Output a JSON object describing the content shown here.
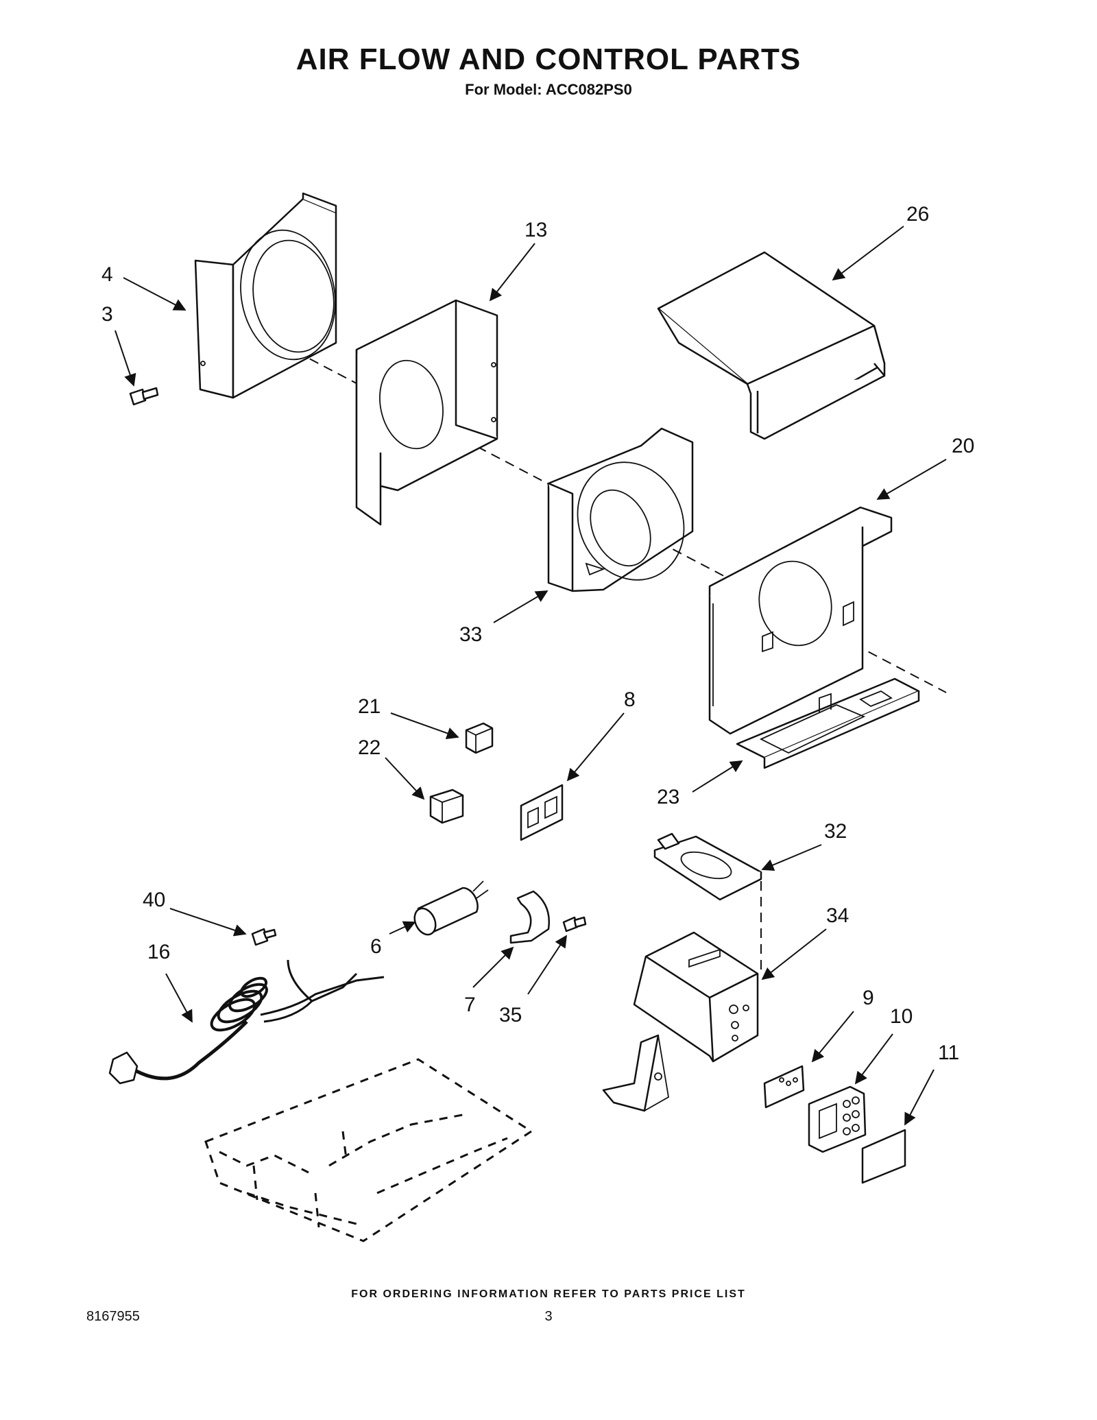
{
  "header": {
    "title": "AIR FLOW AND CONTROL PARTS",
    "subtitle": "For Model: ACC082PS0"
  },
  "callouts": {
    "p4": "4",
    "p3": "3",
    "p13": "13",
    "p26": "26",
    "p20": "20",
    "p33": "33",
    "p21": "21",
    "p8": "8",
    "p22": "22",
    "p23": "23",
    "p32": "32",
    "p40": "40",
    "p16": "16",
    "p6": "6",
    "p7": "7",
    "p35": "35",
    "p34": "34",
    "p9": "9",
    "p10": "10",
    "p11": "11"
  },
  "footer": {
    "note": "FOR ORDERING INFORMATION REFER TO PARTS PRICE LIST",
    "doc_number": "8167955",
    "page_number": "3"
  }
}
